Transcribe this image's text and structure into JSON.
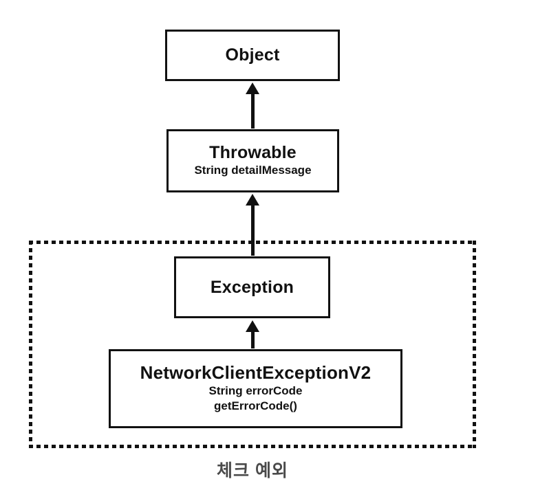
{
  "diagram": {
    "background_color": "#ffffff",
    "stroke_color": "#111111",
    "caption_color": "#4a4a4a",
    "nodes": [
      {
        "id": "object",
        "title": "Object",
        "details": []
      },
      {
        "id": "throwable",
        "title": "Throwable",
        "details": [
          "String detailMessage"
        ]
      },
      {
        "id": "exception",
        "title": "Exception",
        "details": []
      },
      {
        "id": "network-client-exception-v2",
        "title": "NetworkClientExceptionV2",
        "details": [
          "String errorCode",
          "getErrorCode()"
        ]
      }
    ],
    "edges": [
      {
        "from": "throwable",
        "to": "object",
        "type": "inheritance-arrow"
      },
      {
        "from": "exception",
        "to": "throwable",
        "type": "inheritance-arrow"
      },
      {
        "from": "network-client-exception-v2",
        "to": "exception",
        "type": "inheritance-arrow"
      }
    ],
    "group": {
      "label": "체크 예외",
      "style": "dotted",
      "contains": [
        "exception",
        "network-client-exception-v2"
      ]
    }
  }
}
